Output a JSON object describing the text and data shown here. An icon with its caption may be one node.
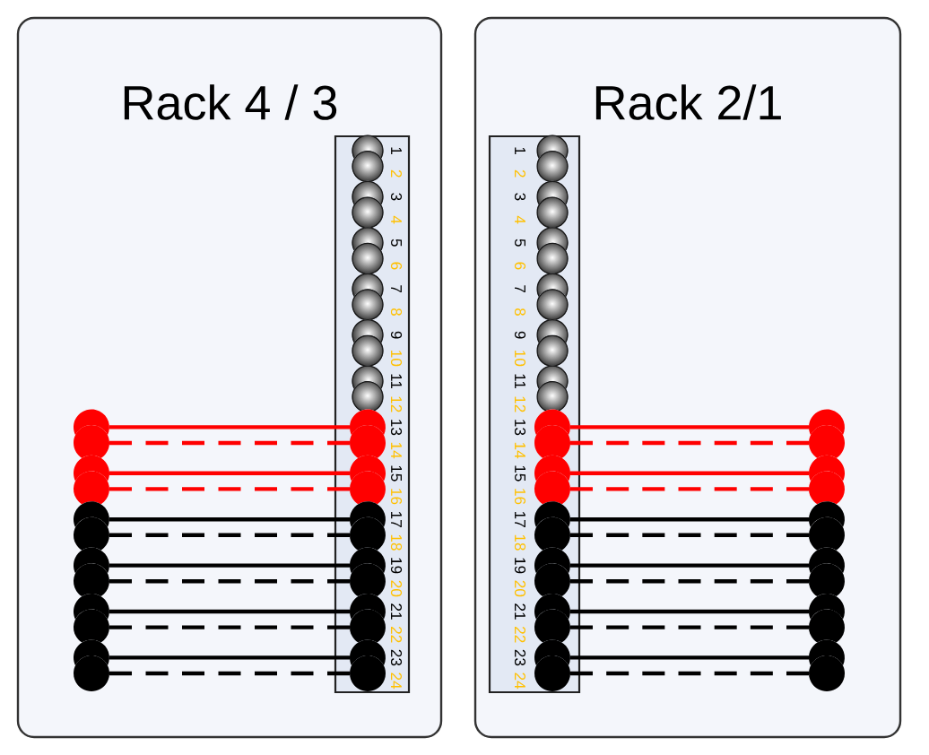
{
  "diagram": {
    "nodes": [
      {
        "text": [
          "Rack 4 / 3"
        ]
      },
      {
        "text": [],
        "shape": "box",
        "in": 0
      },
      {
        "text": [],
        "shape": "circle",
        "in": 1,
        "beside": [
          "1"
        ]
      },
      {
        "text": [],
        "shape": "circle",
        "in": 1,
        "beside": [
          "2"
        ]
      },
      {
        "text": [],
        "shape": "circle",
        "in": 1,
        "beside": [
          "3"
        ]
      },
      {
        "text": [],
        "shape": "circle",
        "in": 1,
        "beside": [
          "4"
        ]
      },
      {
        "text": [],
        "shape": "circle",
        "in": 1,
        "beside": [
          "5"
        ]
      },
      {
        "text": [],
        "shape": "circle",
        "in": 1,
        "beside": [
          "6"
        ]
      },
      {
        "text": [],
        "shape": "circle",
        "in": 1,
        "beside": [
          "7"
        ]
      },
      {
        "text": [],
        "shape": "circle",
        "in": 1,
        "beside": [
          "8"
        ]
      },
      {
        "text": [],
        "shape": "circle",
        "in": 1,
        "beside": [
          "9"
        ]
      },
      {
        "text": [],
        "shape": "circle",
        "in": 1,
        "beside": [
          "10"
        ]
      },
      {
        "text": [],
        "shape": "circle",
        "in": 1,
        "beside": [
          "11"
        ]
      },
      {
        "text": [],
        "shape": "circle",
        "in": 1,
        "beside": [
          "12"
        ]
      },
      {
        "text": [],
        "shape": "circle",
        "in": 1,
        "beside": [
          "13"
        ]
      },
      {
        "text": [],
        "shape": "circle",
        "in": 1,
        "beside": [
          "14"
        ]
      },
      {
        "text": [],
        "shape": "circle",
        "in": 1,
        "beside": [
          "15"
        ]
      },
      {
        "text": [],
        "shape": "circle",
        "in": 1,
        "beside": [
          "16"
        ]
      },
      {
        "text": [],
        "shape": "circle",
        "in": 1,
        "beside": [
          "17"
        ]
      },
      {
        "text": [],
        "shape": "circle",
        "in": 1,
        "beside": [
          "18"
        ]
      },
      {
        "text": [],
        "shape": "circle",
        "in": 1,
        "beside": [
          "19"
        ]
      },
      {
        "text": [],
        "shape": "circle",
        "in": 1,
        "beside": [
          "20"
        ]
      },
      {
        "text": [],
        "shape": "circle",
        "in": 1,
        "beside": [
          "21"
        ]
      },
      {
        "text": [],
        "shape": "circle",
        "in": 1,
        "beside": [
          "22"
        ]
      },
      {
        "text": [],
        "shape": "circle",
        "in": 1,
        "beside": [
          "23"
        ]
      },
      {
        "text": [],
        "shape": "circle",
        "in": 1,
        "beside": [
          "24"
        ]
      },
      {
        "text": [],
        "shape": "circle",
        "in": 0
      },
      {
        "text": [],
        "shape": "circle",
        "in": 0
      },
      {
        "text": [],
        "shape": "circle",
        "in": 0
      },
      {
        "text": [],
        "shape": "circle",
        "in": 0
      },
      {
        "text": [],
        "shape": "circle",
        "in": 0
      },
      {
        "text": [],
        "shape": "circle",
        "in": 0
      },
      {
        "text": [],
        "shape": "circle",
        "in": 0
      },
      {
        "text": [],
        "shape": "circle",
        "in": 0
      },
      {
        "text": [],
        "shape": "circle",
        "in": 0
      },
      {
        "text": [],
        "shape": "circle",
        "in": 0
      },
      {
        "text": [],
        "shape": "circle",
        "in": 0
      },
      {
        "text": [],
        "shape": "circle",
        "in": 0
      },
      {
        "text": [
          "Rack 2/1"
        ]
      },
      {
        "text": [],
        "shape": "box",
        "in": 38
      },
      {
        "text": [],
        "shape": "circle",
        "in": 39,
        "beside": [
          "1"
        ]
      },
      {
        "text": [],
        "shape": "circle",
        "in": 39,
        "beside": [
          "2"
        ]
      },
      {
        "text": [],
        "shape": "circle",
        "in": 39,
        "beside": [
          "3"
        ]
      },
      {
        "text": [],
        "shape": "circle",
        "in": 39,
        "beside": [
          "4"
        ]
      },
      {
        "text": [],
        "shape": "circle",
        "in": 39,
        "beside": [
          "5"
        ]
      },
      {
        "text": [],
        "shape": "circle",
        "in": 39,
        "beside": [
          "6"
        ]
      },
      {
        "text": [],
        "shape": "circle",
        "in": 39,
        "beside": [
          "7"
        ]
      },
      {
        "text": [],
        "shape": "circle",
        "in": 39,
        "beside": [
          "8"
        ]
      },
      {
        "text": [],
        "shape": "circle",
        "in": 39,
        "beside": [
          "9"
        ]
      },
      {
        "text": [],
        "shape": "circle",
        "in": 39,
        "beside": [
          "10"
        ]
      },
      {
        "text": [],
        "shape": "circle",
        "in": 39,
        "beside": [
          "11"
        ]
      },
      {
        "text": [],
        "shape": "circle",
        "in": 39,
        "beside": [
          "12"
        ]
      },
      {
        "text": [],
        "shape": "circle",
        "in": 39,
        "beside": [
          "13"
        ]
      },
      {
        "text": [],
        "shape": "circle",
        "in": 39,
        "beside": [
          "14"
        ]
      },
      {
        "text": [],
        "shape": "circle",
        "in": 39,
        "beside": [
          "15"
        ]
      },
      {
        "text": [],
        "shape": "circle",
        "in": 39,
        "beside": [
          "16"
        ]
      },
      {
        "text": [],
        "shape": "circle",
        "in": 39,
        "beside": [
          "17"
        ]
      },
      {
        "text": [],
        "shape": "circle",
        "in": 39,
        "beside": [
          "18"
        ]
      },
      {
        "text": [],
        "shape": "circle",
        "in": 39,
        "beside": [
          "19"
        ]
      },
      {
        "text": [],
        "shape": "circle",
        "in": 39,
        "beside": [
          "20"
        ]
      },
      {
        "text": [],
        "shape": "circle",
        "in": 39,
        "beside": [
          "21"
        ]
      },
      {
        "text": [],
        "shape": "circle",
        "in": 39,
        "beside": [
          "22"
        ]
      },
      {
        "text": [],
        "shape": "circle",
        "in": 39,
        "beside": [
          "23"
        ]
      },
      {
        "text": [],
        "shape": "circle",
        "in": 39,
        "beside": [
          "24"
        ]
      },
      {
        "text": [],
        "shape": "circle",
        "in": 38
      },
      {
        "text": [],
        "shape": "circle",
        "in": 38
      },
      {
        "text": [],
        "shape": "circle",
        "in": 38
      },
      {
        "text": [],
        "shape": "circle",
        "in": 38
      },
      {
        "text": [],
        "shape": "circle",
        "in": 38
      },
      {
        "text": [],
        "shape": "circle",
        "in": 38
      },
      {
        "text": [],
        "shape": "circle",
        "in": 38
      },
      {
        "text": [],
        "shape": "circle",
        "in": 38
      },
      {
        "text": [],
        "shape": "circle",
        "in": 38
      },
      {
        "text": [],
        "shape": "circle",
        "in": 38
      },
      {
        "text": [],
        "shape": "circle",
        "in": 38
      },
      {
        "text": [],
        "shape": "circle",
        "in": 38
      }
    ],
    "edges": [
      {
        "from": 26,
        "to": 14,
        "arrow": "none",
        "color": "#ff0000"
      },
      {
        "from": 27,
        "to": 15,
        "arrow": "none",
        "style": "dashed",
        "color": "#ff0000"
      },
      {
        "from": 28,
        "to": 16,
        "arrow": "none",
        "color": "#ff0000"
      },
      {
        "from": 29,
        "to": 17,
        "arrow": "none",
        "style": "dashed",
        "color": "#ff0000"
      },
      {
        "from": 30,
        "to": 18,
        "arrow": "none"
      },
      {
        "from": 31,
        "to": 19,
        "arrow": "none",
        "style": "dashed"
      },
      {
        "from": 32,
        "to": 20,
        "arrow": "none"
      },
      {
        "from": 33,
        "to": 21,
        "arrow": "none",
        "style": "dashed"
      },
      {
        "from": 34,
        "to": 22,
        "arrow": "none"
      },
      {
        "from": 35,
        "to": 23,
        "arrow": "none",
        "style": "dashed"
      },
      {
        "from": 36,
        "to": 24,
        "arrow": "none"
      },
      {
        "from": 37,
        "to": 25,
        "arrow": "none",
        "style": "dashed"
      },
      {
        "from": 52,
        "to": 64,
        "arrow": "none",
        "color": "#ff0000"
      },
      {
        "from": 53,
        "to": 65,
        "arrow": "none",
        "style": "dashed",
        "color": "#ff0000"
      },
      {
        "from": 54,
        "to": 66,
        "arrow": "none",
        "color": "#ff0000"
      },
      {
        "from": 55,
        "to": 67,
        "arrow": "none",
        "style": "dashed",
        "color": "#ff0000"
      },
      {
        "from": 56,
        "to": 68,
        "arrow": "none"
      },
      {
        "from": 57,
        "to": 69,
        "arrow": "none",
        "style": "dashed"
      },
      {
        "from": 58,
        "to": 70,
        "arrow": "none"
      },
      {
        "from": 59,
        "to": 71,
        "arrow": "none",
        "style": "dashed"
      },
      {
        "from": 60,
        "to": 72,
        "arrow": "none"
      },
      {
        "from": 61,
        "to": 73,
        "arrow": "none",
        "style": "dashed"
      },
      {
        "from": 62,
        "to": 74,
        "arrow": "none"
      },
      {
        "from": 63,
        "to": 75,
        "arrow": "none",
        "style": "dashed"
      }
    ]
  }
}
